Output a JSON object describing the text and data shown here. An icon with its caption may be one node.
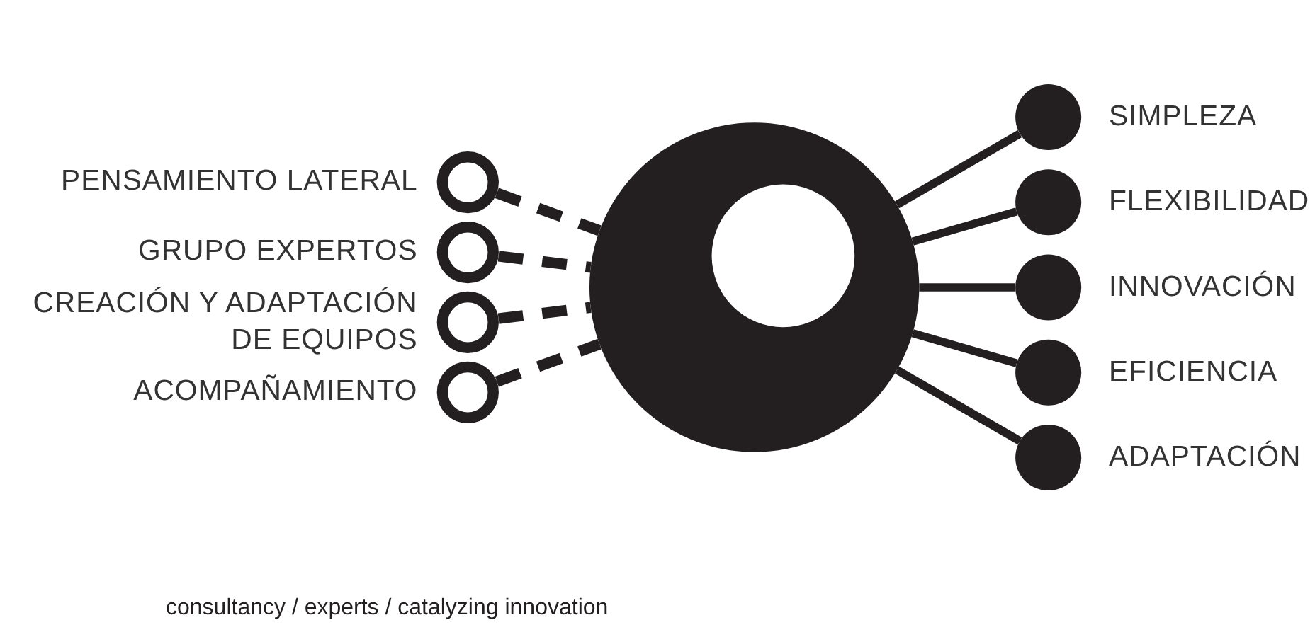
{
  "diagram": {
    "nodes": [
      {
        "text": [],
        "shape": "circle",
        "beside": [
          "PENSAMIENTO LATERAL"
        ]
      },
      {
        "text": [],
        "shape": "circle",
        "beside": [
          "GRUPO EXPERTOS"
        ]
      },
      {
        "text": [],
        "shape": "circle",
        "beside": [
          "CREACIÓN Y ADAPTACIÓN DE EQUIPOS"
        ]
      },
      {
        "text": [],
        "shape": "circle",
        "beside": [
          "ACOMPAÑAMIENTO"
        ]
      },
      {
        "text": [],
        "shape": "circle"
      },
      {
        "text": [],
        "shape": "circle",
        "beside": [
          "SIMPLEZA"
        ]
      },
      {
        "text": [],
        "shape": "circle",
        "beside": [
          "FLEXIBILIDAD"
        ]
      },
      {
        "text": [],
        "shape": "circle",
        "beside": [
          "INNOVACIÓN"
        ]
      },
      {
        "text": [],
        "shape": "circle",
        "beside": [
          "EFICIENCIA"
        ]
      },
      {
        "text": [],
        "shape": "circle",
        "beside": [
          "ADAPTACIÓN"
        ]
      }
    ],
    "edges": [
      {
        "from": 0,
        "to": 4,
        "arrow": "none",
        "style": "dashed"
      },
      {
        "from": 1,
        "to": 4,
        "arrow": "none",
        "style": "dashed"
      },
      {
        "from": 2,
        "to": 4,
        "arrow": "none",
        "style": "dashed"
      },
      {
        "from": 3,
        "to": 4,
        "arrow": "none",
        "style": "dashed"
      },
      {
        "from": 4,
        "to": 5,
        "arrow": "none"
      },
      {
        "from": 4,
        "to": 6,
        "arrow": "none"
      },
      {
        "from": 4,
        "to": 7,
        "arrow": "none"
      },
      {
        "from": 4,
        "to": 8,
        "arrow": "none"
      },
      {
        "from": 4,
        "to": 9,
        "arrow": "none"
      }
    ],
    "labels": [
      "consultancy / experts / catalyzing innovation"
    ]
  }
}
